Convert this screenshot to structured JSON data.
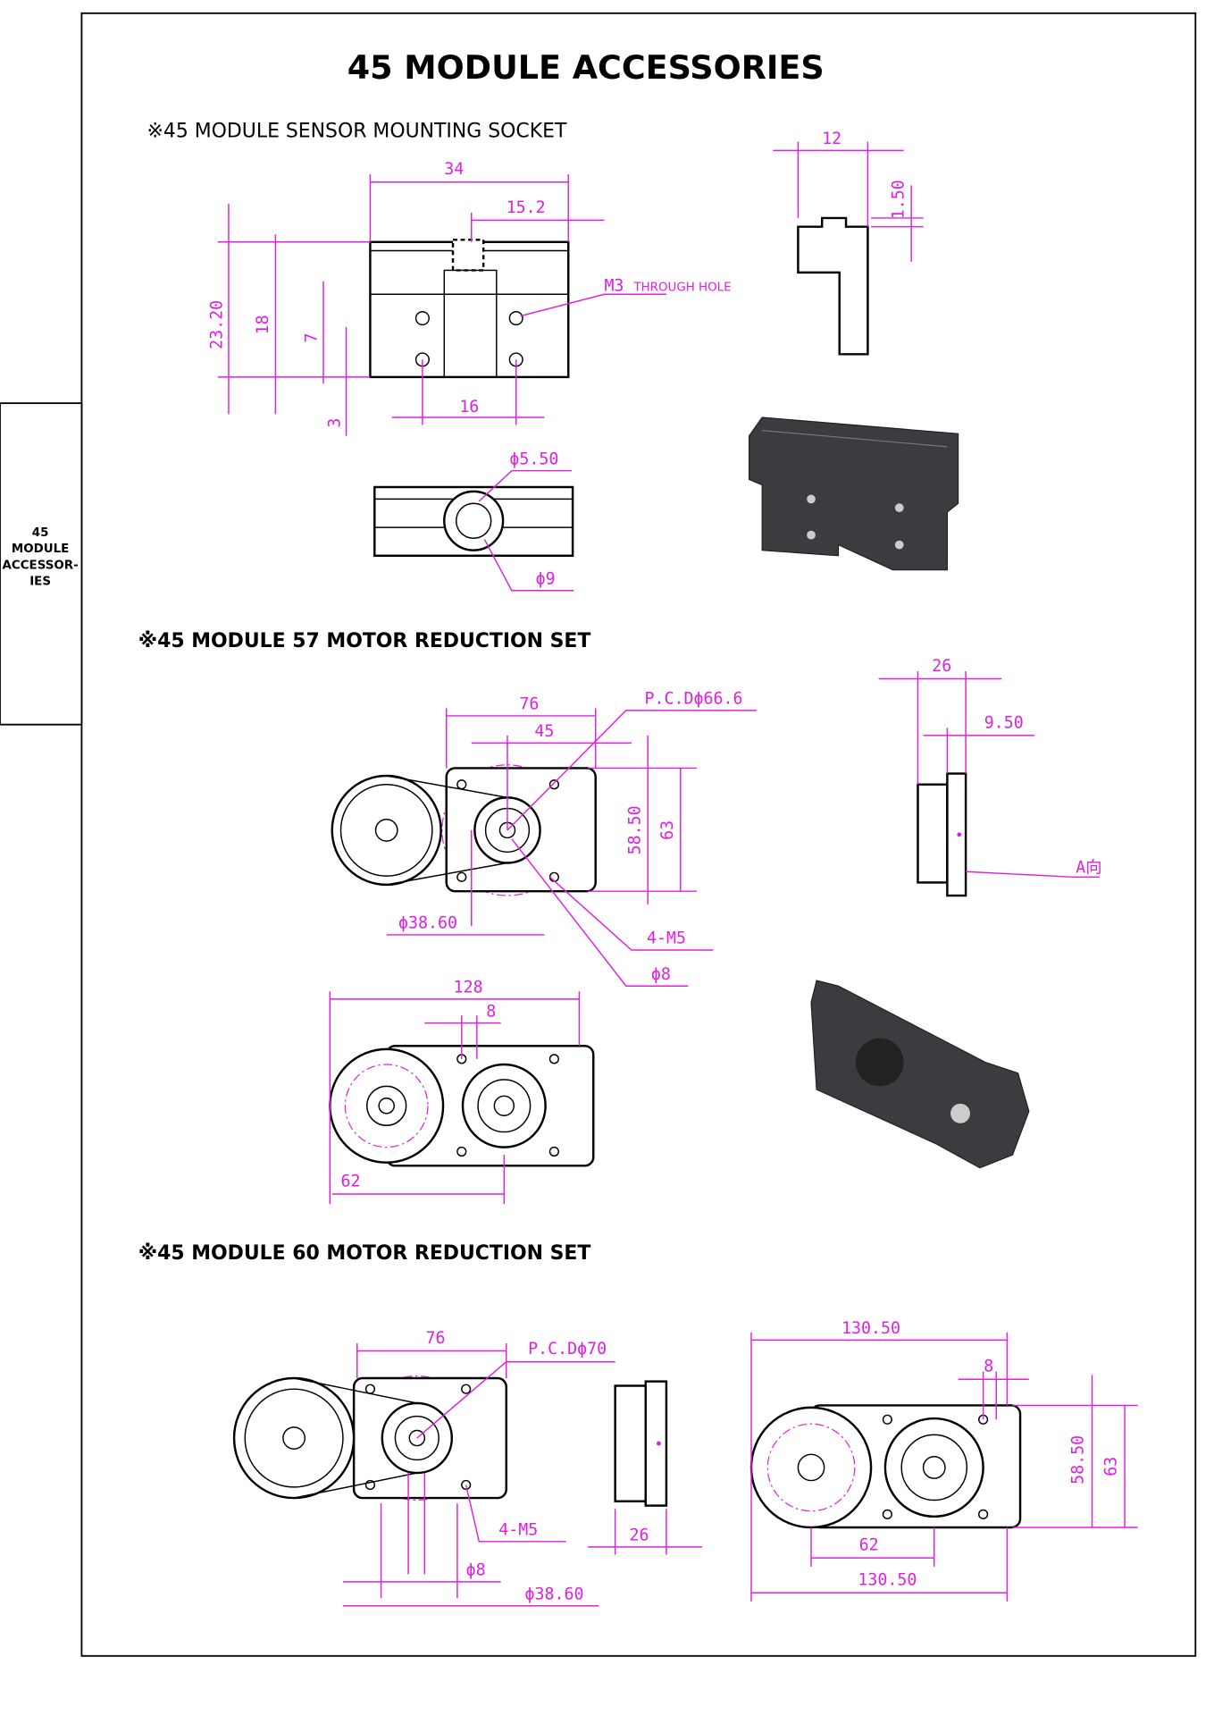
{
  "title": "45 MODULE ACCESSORIES",
  "side_tab": [
    "45",
    "MODULE",
    "ACCESSOR-",
    "IES"
  ],
  "sections": [
    {
      "heading": "※45 MODULE SENSOR MOUNTING SOCKET",
      "dims": {
        "d34": "34",
        "d15": "15.2",
        "d23": "23.20",
        "d18": "18",
        "d7": "7",
        "d3": "3",
        "d16": "16",
        "d12": "12",
        "d150": "1.50",
        "phi550": "ϕ5.50",
        "phi9": "ϕ9",
        "m3_prefix": "M3",
        "m3_text": "THROUGH HOLE"
      }
    },
    {
      "heading": "※45 MODULE 57 MOTOR REDUCTION SET",
      "dims": {
        "d76": "76",
        "d45": "45",
        "pcd": "P.C.Dϕ66.6",
        "d5850": "58.50",
        "d63": "63",
        "phi3860": "ϕ38.60",
        "m5": "4-M5",
        "phi8": "ϕ8",
        "d26": "26",
        "d950": "9.50",
        "a": "A向",
        "d128": "128",
        "d8": "8",
        "d62": "62"
      }
    },
    {
      "heading": "※45 MODULE 60 MOTOR REDUCTION SET",
      "dims": {
        "d76": "76",
        "pcd": "P.C.Dϕ70",
        "m5": "4-M5",
        "phi8": "ϕ8",
        "phi3860": "ϕ38.60",
        "d26": "26",
        "d13050a": "130.50",
        "d8": "8",
        "d5850": "58.50",
        "d63": "63",
        "d62": "62",
        "d13050b": "130.50"
      }
    }
  ]
}
